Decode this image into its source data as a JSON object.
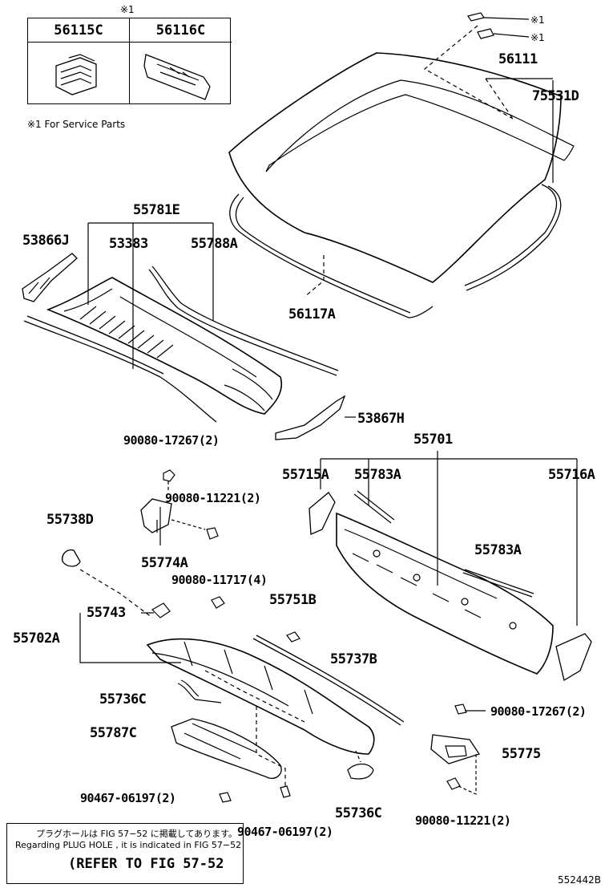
{
  "service_note": {
    "mark_top": "※1",
    "footnote": "※1 For Service Parts",
    "col1": "56115C",
    "col2": "56116C"
  },
  "marks": {
    "clip_a": "※1",
    "clip_b": "※1"
  },
  "labels": {
    "p56111": "56111",
    "p75531D": "75531D",
    "p55781E": "55781E",
    "p53866J": "53866J",
    "p53383": "53383",
    "p55788A": "55788A",
    "p56117A": "56117A",
    "p53867H": "53867H",
    "p9008017267a": "90080-17267(2)",
    "p55701": "55701",
    "p55715A": "55715A",
    "p55783A_top": "55783A",
    "p55716A": "55716A",
    "p9008011221a": "90080-11221(2)",
    "p55738D": "55738D",
    "p55774A": "55774A",
    "p55783A_mid": "55783A",
    "p9008011717": "90080-11717(4)",
    "p55751B": "55751B",
    "p55743": "55743",
    "p55702A": "55702A",
    "p55737B": "55737B",
    "p55736C_left": "55736C",
    "p9008017267b": "90080-17267(2)",
    "p55787C": "55787C",
    "p55775": "55775",
    "p9046706197a": "90467-06197(2)",
    "p9046706197b": "90467-06197(2)",
    "p55736C_bottom": "55736C",
    "p9008011221b": "90080-11221(2)"
  },
  "footer": {
    "jp_line": "プラグホールは FIG 57−52 に掲載してあります。",
    "en_line": "Regarding  PLUG  HOLE , it is indicated in FIG  57−52",
    "refer": "(REFER TO FIG 57-52"
  },
  "drawing_code": "552442B"
}
